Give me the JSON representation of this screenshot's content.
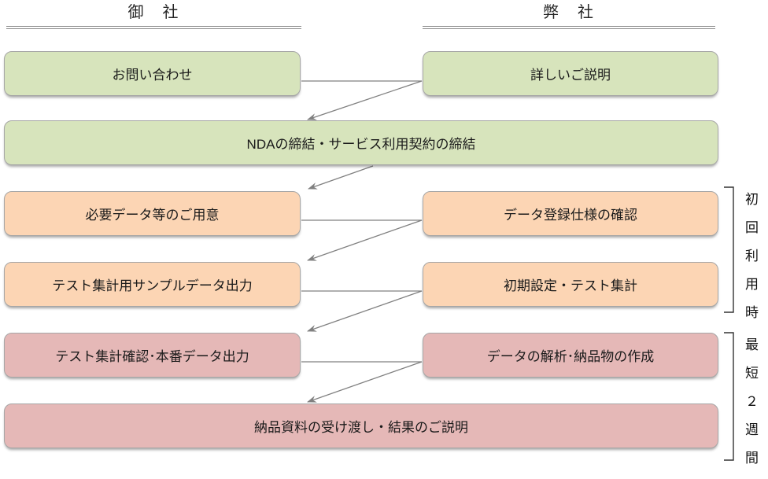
{
  "diagram": {
    "headers": [
      {
        "label": "御　社"
      },
      {
        "label": "弊　社"
      }
    ],
    "rows": [
      {
        "left": "お問い合わせ",
        "right": "詳しいご説明",
        "color": "green"
      },
      {
        "full": "NDAの締結・サービス利用契約の締結",
        "color": "green"
      },
      {
        "left": "必要データ等のご用意",
        "right": "データ登録仕様の確認",
        "color": "orange"
      },
      {
        "left": "テスト集計用サンプルデータ出力",
        "right": "初期設定・テスト集計",
        "color": "orange"
      },
      {
        "left": "テスト集計確認･本番データ出力",
        "right": "データの解析･納品物の作成",
        "color": "pink"
      },
      {
        "full": "納品資料の受け渡し・結果のご説明",
        "color": "pink"
      }
    ],
    "annotations": [
      {
        "label": "初回利用時"
      },
      {
        "label": "最短２週間"
      }
    ],
    "colors": {
      "green": "#d7e4bc",
      "orange": "#fcd5b4",
      "pink": "#e5b8b7",
      "arrow": "#808080",
      "border": "#a6a6a6",
      "text": "#1a1a1a"
    }
  }
}
